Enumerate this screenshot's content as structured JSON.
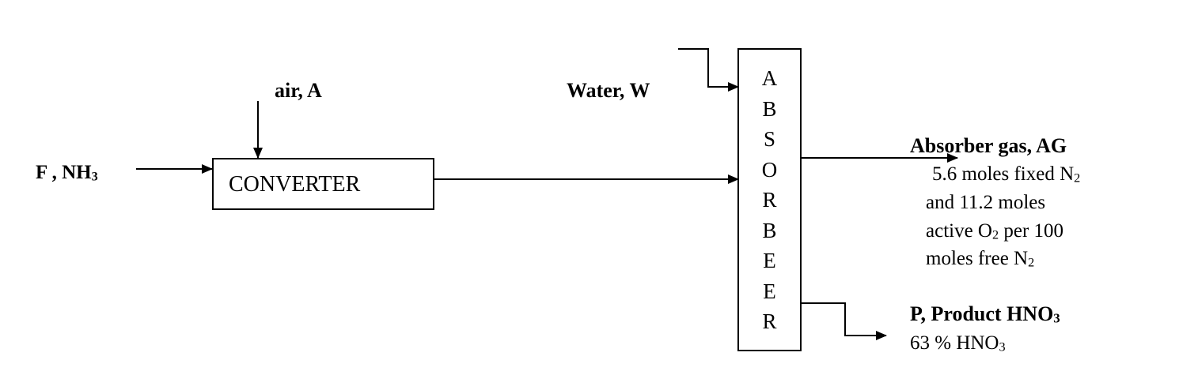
{
  "streams": {
    "feed": {
      "prefix": "F  , NH",
      "sub": "3"
    },
    "air": "air,   A",
    "water": "Water,  W",
    "absorber_gas": {
      "title": "Absorber gas,  AG",
      "line1_text": "5.6 moles fixed N",
      "line1_sub": "2",
      "line2": "and 11.2 moles",
      "line3_text": "active O",
      "line3_sub": "2",
      "line3_tail": " per 100",
      "line4_text": "moles free N",
      "line4_sub": "2"
    },
    "product": {
      "title_text": "P,  Product HNO",
      "title_sub": "3",
      "spec_text": "63 % HNO",
      "spec_sub": "3"
    }
  },
  "units": {
    "converter": "CONVERTER",
    "absorber_letters": [
      "A",
      "B",
      "S",
      "O",
      "R",
      "B",
      "E",
      "E",
      "R"
    ]
  }
}
